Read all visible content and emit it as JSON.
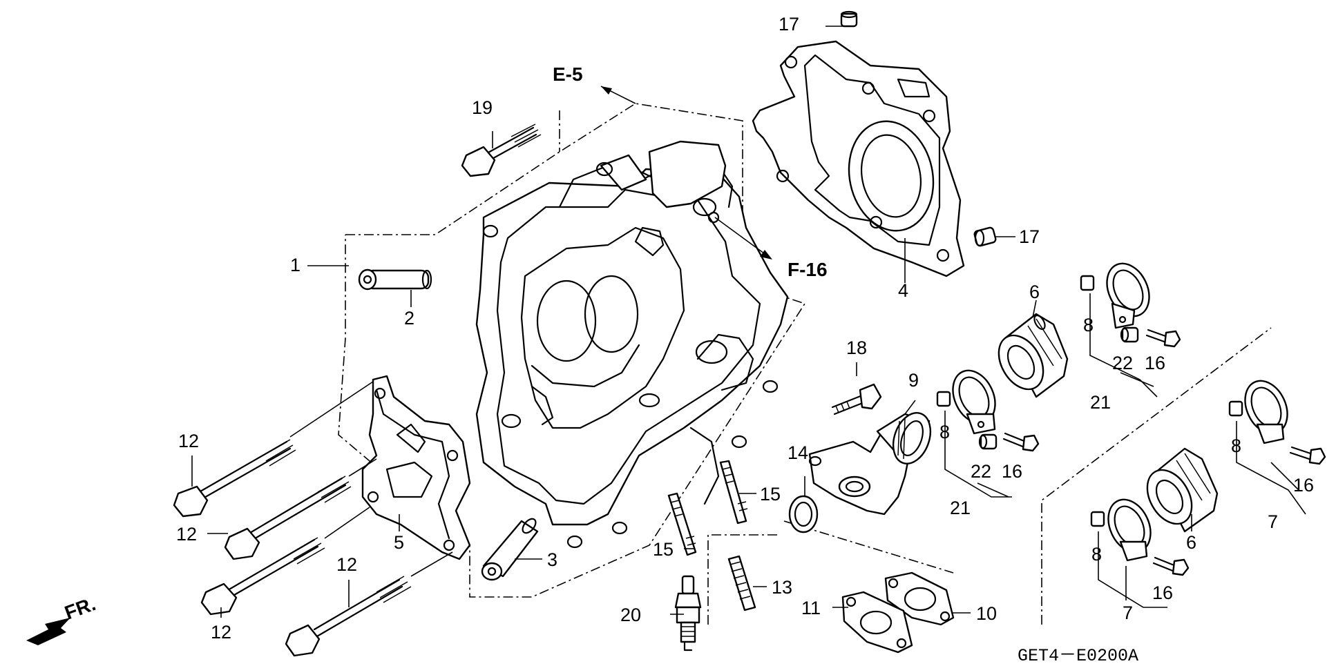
{
  "diagram": {
    "drawing_code": "GET4－E0200A",
    "front_marker": "FR.",
    "page_refs": {
      "upper": "E-5",
      "right": "F-16"
    },
    "callouts": {
      "c1": "1",
      "c2": "2",
      "c3": "3",
      "c4": "4",
      "c5": "5",
      "c6a": "6",
      "c6b": "6",
      "c7a": "7",
      "c7b": "7",
      "c8a": "8",
      "c8b": "8",
      "c8c": "8",
      "c8d": "8",
      "c9": "9",
      "c10": "10",
      "c11": "11",
      "c12a": "12",
      "c12b": "12",
      "c12c": "12",
      "c12d": "12",
      "c13": "13",
      "c14": "14",
      "c15a": "15",
      "c15b": "15",
      "c16a": "16",
      "c16b": "16",
      "c16c": "16",
      "c16d": "16",
      "c17a": "17",
      "c17b": "17",
      "c18": "18",
      "c19": "19",
      "c20": "20",
      "c21a": "21",
      "c21b": "21",
      "c22a": "22",
      "c22b": "22"
    }
  }
}
